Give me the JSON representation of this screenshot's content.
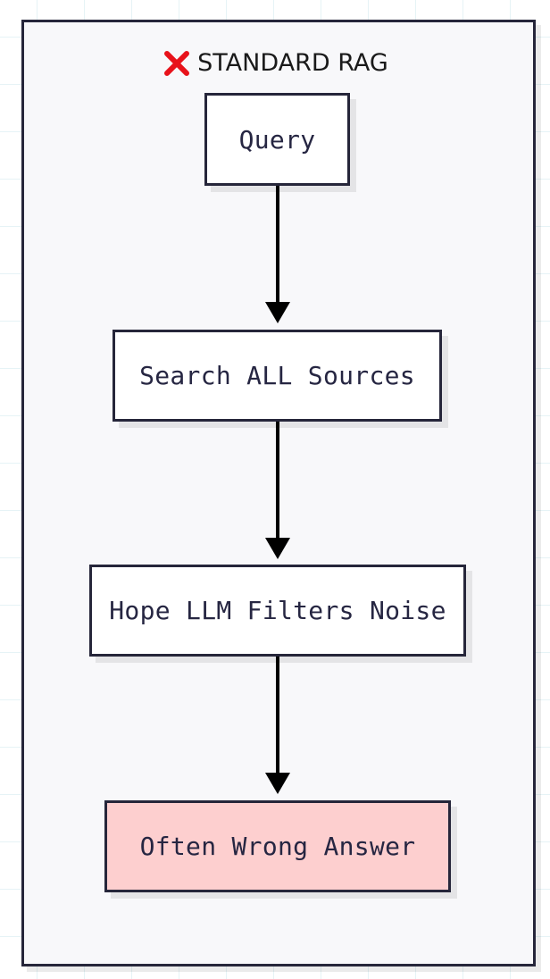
{
  "diagram": {
    "title": "STANDARD RAG",
    "title_icon": "cross-mark-icon",
    "colors": {
      "border": "#26263a",
      "node_fill": "#ffffff",
      "error_fill": "#fdcfcf",
      "icon_red": "#e8121a",
      "container_fill": "#f8f8fa"
    },
    "nodes": [
      {
        "id": "query",
        "label": "Query"
      },
      {
        "id": "search",
        "label": "Search ALL Sources"
      },
      {
        "id": "filter",
        "label": "Hope LLM Filters Noise"
      },
      {
        "id": "result",
        "label": "Often Wrong Answer"
      }
    ]
  }
}
